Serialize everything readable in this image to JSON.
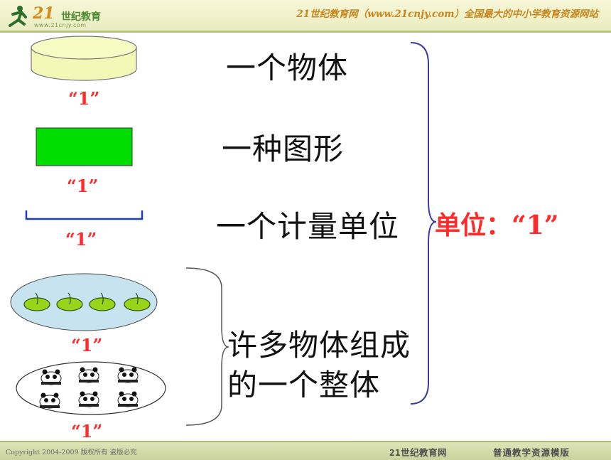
{
  "header": {
    "logo_number": "21",
    "logo_name": "世纪教育",
    "logo_url": "www.21cnjy.com",
    "site_text": "21世纪教育网（www.21cnjy.com）全国最大的中小学教育资源网站"
  },
  "labels": {
    "one": "“1”"
  },
  "main": {
    "line1": "一个物体",
    "line2": "一种图形",
    "line3": "一个计量单位",
    "line4a": "许多物体组成",
    "line4b": "的一个整体",
    "unit_label": "单位：“1”"
  },
  "footer": {
    "copyright": "Copyright 2004-2009 版权所有 盗版必究",
    "brand": "21世纪教育网",
    "tagline": "普通教学资源模版"
  },
  "colors": {
    "accent_red": "#ff2a2a",
    "brace_blue": "#3a3aa0",
    "rect_green": "#00dd00",
    "disc_yellow": "#f3f8b6",
    "oval_blue": "#c7e3ef"
  }
}
